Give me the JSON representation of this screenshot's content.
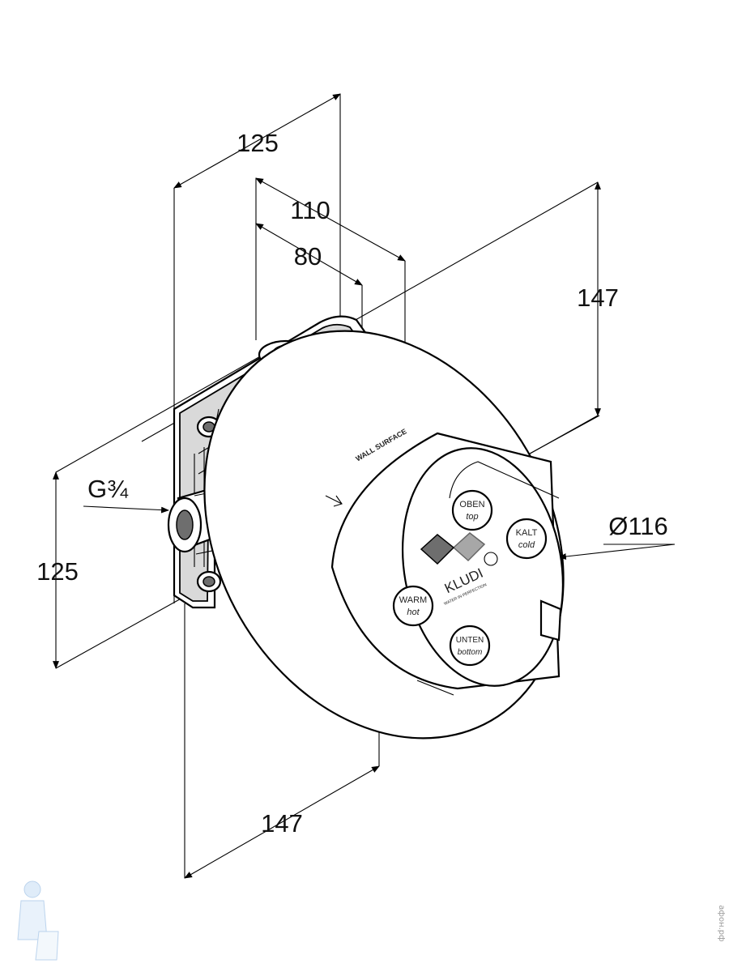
{
  "dimensions": {
    "top_width": "125",
    "inner_110": "110",
    "inner_80": "80",
    "right_height": "147",
    "left_height": "125",
    "bottom_width": "147",
    "diameter": "Ø116",
    "thread": "G¾"
  },
  "labels": {
    "oben_de": "OBEN",
    "oben_en": "top",
    "kalt_de": "KALT",
    "kalt_en": "cold",
    "warm_de": "WARM",
    "warm_en": "hot",
    "unten_de": "UNTEN",
    "unten_en": "bottom",
    "brand": "KLUDI",
    "brand_tagline": "WATER IN PERFECTION",
    "wall_surface": "WALL SURFACE"
  },
  "watermark": {
    "side_text": "афон.рф"
  }
}
